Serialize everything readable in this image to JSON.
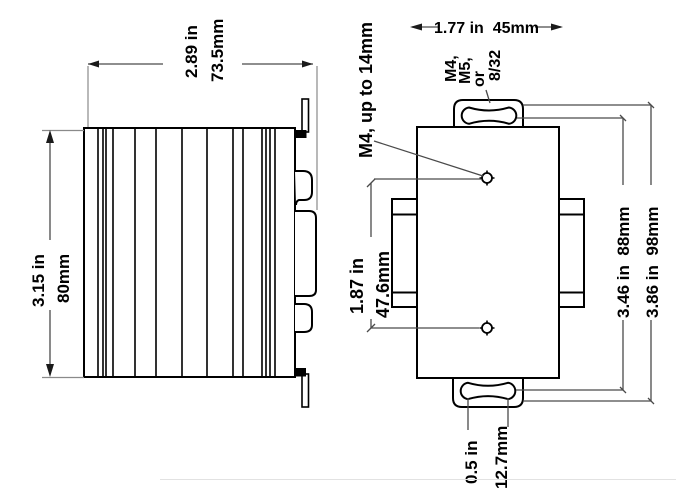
{
  "drawing": {
    "description": "DIN-rail heatsink mounting dimensions, side view and front view",
    "side_view": {
      "width_in": "2.89 in",
      "width_mm": "73.5mm",
      "height_in": "3.15 in",
      "height_mm": "80mm"
    },
    "front_view": {
      "top_width": "1.77 in  45mm",
      "slot_thread_labels": [
        "M4,",
        "M5,",
        "or",
        "8/32"
      ],
      "hole_thread_label": "M4, up to 14mm",
      "hole_spacing_in": "1.87 in",
      "hole_spacing_mm": "47.6mm",
      "slot_span": "3.46 in  88mm",
      "overall_height": "3.86 in  98mm",
      "slot_length_in": "0.5 in",
      "slot_length_mm": "12.7mm"
    },
    "colors": {
      "outline": "#000000",
      "dimension_line": "#4a4a4a",
      "extension_line": "#8a8a8a",
      "background": "#ffffff"
    }
  }
}
